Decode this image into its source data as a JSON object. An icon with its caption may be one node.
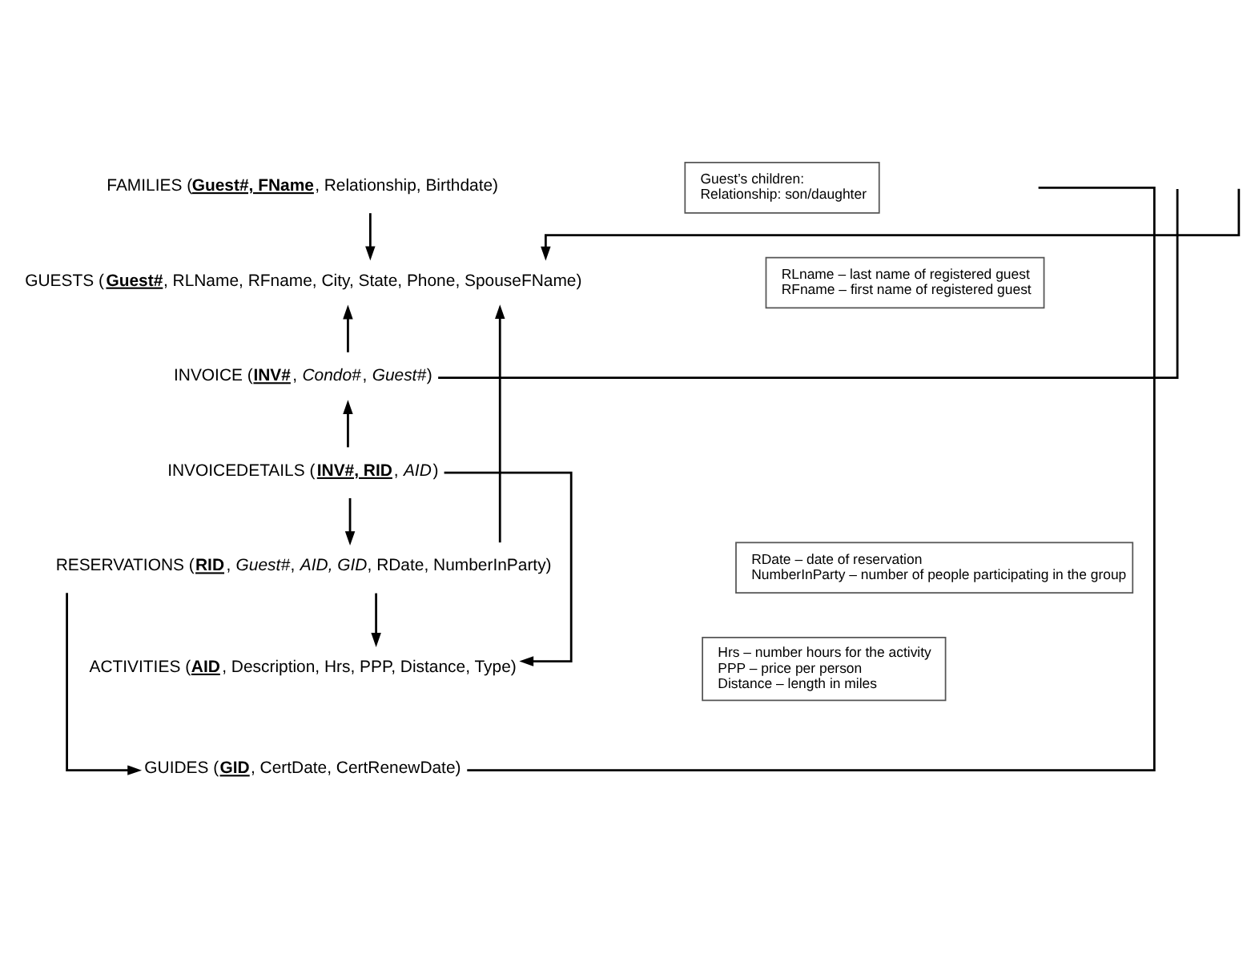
{
  "diagram": {
    "nodes": [
      {
        "text": [
          "FAMILIES (**Guest#, FName**, Relationship, Birthdate)"
        ]
      },
      {
        "text": [
          "Guest’s children:",
          "Relationship: son/daughter"
        ]
      },
      {
        "text": [
          "GUESTS (**Guest#**, RLName, RFname, City, State, Phone, SpouseFName)"
        ]
      },
      {
        "text": [
          "RLname – last name of registered guest",
          "RFname – first name of registered guest"
        ]
      },
      {
        "text": [
          "INVOICE (**INV#**, *Condo#*, *Guest#*)"
        ]
      },
      {
        "text": [
          "INVOICEDETAILS (**INV#, RID**, *AID*)"
        ]
      },
      {
        "text": [
          "RESERVATIONS (**RID**, *Guest#*, *AID, GID*, RDate, NumberInParty)"
        ]
      },
      {
        "text": [
          "RDate – date of reservation",
          "NumberInParty – number of people participating in the group"
        ]
      },
      {
        "text": [
          "ACTIVITIES (**AID**, Description, Hrs, PPP, Distance, Type)"
        ]
      },
      {
        "text": [
          "Hrs – number hours for the activity",
          "PPP – price per person",
          "Distance – length in miles"
        ]
      },
      {
        "text": [
          "GUIDES (**GID**, CertDate, CertRenewDate)"
        ]
      }
    ],
    "edges": [
      {
        "from": null,
        "to": 2,
        "arrow": "to"
      },
      {
        "from": 0,
        "to": 2,
        "arrow": "to"
      },
      {
        "from": 4,
        "to": null,
        "arrow": "none"
      },
      {
        "from": 4,
        "to": 2,
        "arrow": "to"
      },
      {
        "from": 6,
        "to": 2,
        "arrow": "to"
      },
      {
        "from": 5,
        "to": 4,
        "arrow": "to"
      },
      {
        "from": 5,
        "to": 6,
        "arrow": "to"
      },
      {
        "from": 5,
        "to": 8,
        "arrow": "to"
      },
      {
        "from": 6,
        "to": 8,
        "arrow": "to"
      },
      {
        "from": 10,
        "to": null,
        "arrow": "none"
      },
      {
        "from": 6,
        "to": 10,
        "arrow": "to"
      }
    ]
  }
}
